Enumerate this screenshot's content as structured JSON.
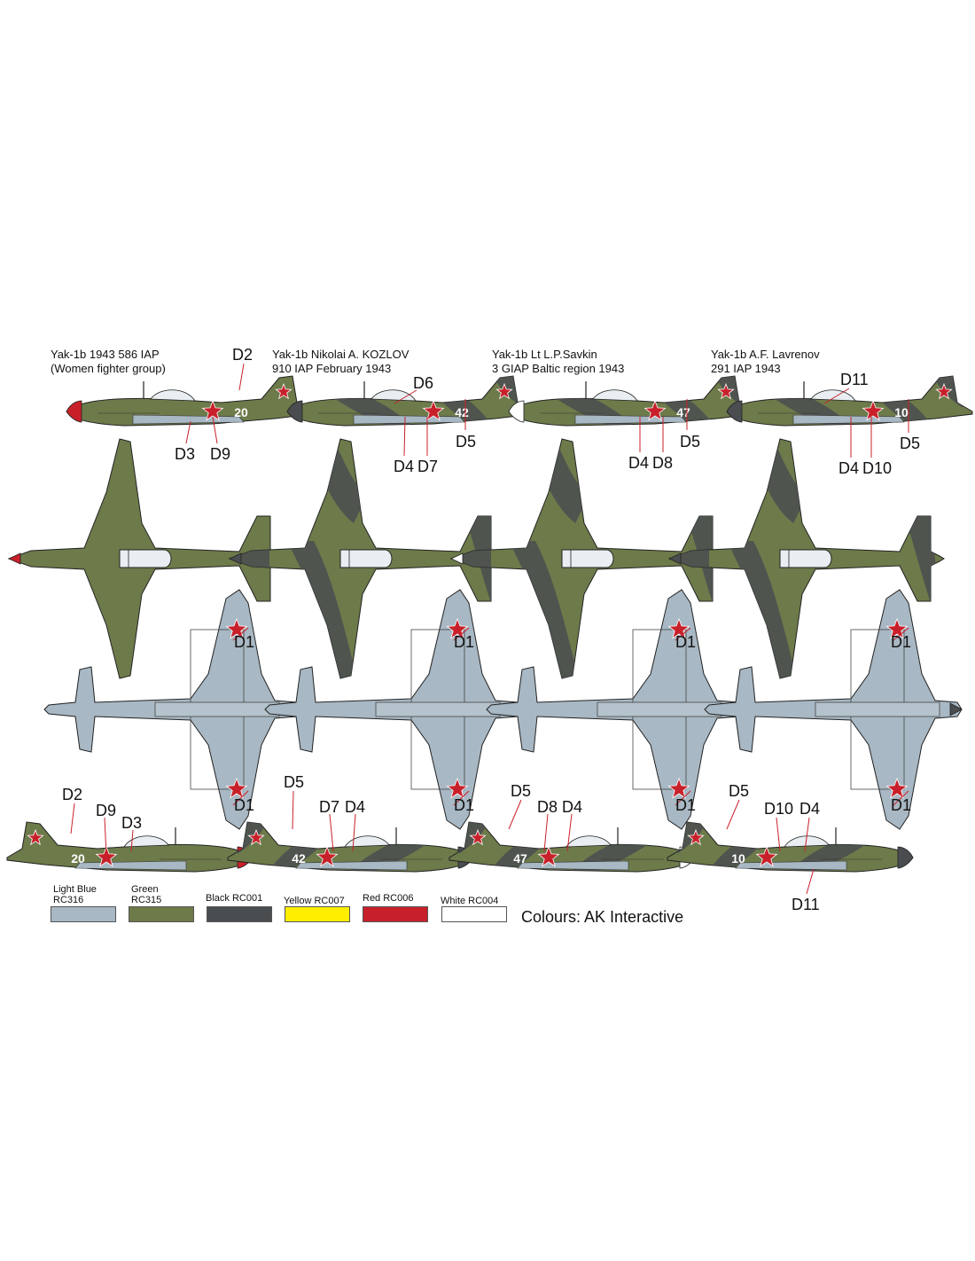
{
  "colors": {
    "light_blue": "#a8b8c4",
    "green": "#6d7a4a",
    "black": "#4a4d50",
    "yellow": "#ffee00",
    "red": "#c8202a",
    "white": "#ffffff"
  },
  "aircraft": [
    {
      "title1": "Yak-1b 1943 586 IAP",
      "title2": "(Women fighter group)",
      "number": "20",
      "nose": "red",
      "camo": "green"
    },
    {
      "title1": "Yak-1b Nikolai A. KOZLOV",
      "title2": "910 IAP February 1943",
      "number": "42",
      "nose": "black",
      "camo": "two-tone"
    },
    {
      "title1": "Yak-1b Lt L.P.Savkin",
      "title2": "3 GIAP Baltic region 1943",
      "number": "47",
      "nose": "white",
      "camo": "two-tone"
    },
    {
      "title1": "Yak-1b A.F. Lavrenov",
      "title2": "291 IAP 1943",
      "number": "10",
      "nose": "black",
      "camo": "two-tone"
    }
  ],
  "callouts": {
    "a1_top": [
      "D2",
      "D3",
      "D9"
    ],
    "a2_top": [
      "D6",
      "D5",
      "D4",
      "D7"
    ],
    "a3_top": [
      "D5",
      "D4",
      "D8"
    ],
    "a4_top": [
      "D11",
      "D5",
      "D4",
      "D10"
    ],
    "d1": "D1",
    "a1_bot": [
      "D2",
      "D9",
      "D3"
    ],
    "a2_bot": [
      "D5",
      "D7",
      "D4"
    ],
    "a3_bot": [
      "D5",
      "D8",
      "D4"
    ],
    "a4_bot": [
      "D5",
      "D10",
      "D4",
      "D11"
    ]
  },
  "legend": [
    {
      "l1": "Light Blue",
      "l2": "RC316"
    },
    {
      "l1": "Green",
      "l2": "RC315"
    },
    {
      "l1": "Black RC001",
      "l2": ""
    },
    {
      "l1": "Yellow RC007",
      "l2": ""
    },
    {
      "l1": "Red RC006",
      "l2": ""
    },
    {
      "l1": "White RC004",
      "l2": ""
    }
  ],
  "credit": "Colours: AK Interactive"
}
